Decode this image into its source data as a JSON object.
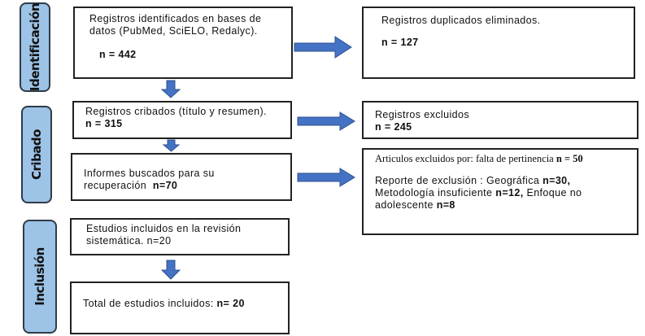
{
  "phases": {
    "identificacion": "Identificación",
    "cribado": "Cribado",
    "inclusion": "Inclusión"
  },
  "boxes": {
    "identified": {
      "text": "Registros identificados en bases de datos (PubMed, SciELO, Redalyc).",
      "n": "n = 442"
    },
    "duplicates": {
      "text": "Registros duplicados eliminados.",
      "n": "n = 127"
    },
    "screened": {
      "text": "Registros cribados (título y resumen).",
      "n": "n = 315"
    },
    "excluded": {
      "text": "Registros excluidos",
      "n": "n  = 245"
    },
    "sought": {
      "text": "Informes buscados para su recuperación",
      "n": "n=70"
    },
    "articles_excluded": {
      "text": "Articulos excluidos por: falta de pertinencia",
      "n": "n = 50",
      "report_prefix": "Reporte de exclusión : Geográfica ",
      "geo_n": "n=30,",
      "metod": " Metodología insuficiente ",
      "metod_n": "n=12,",
      "enfoque": " Enfoque no adolescente ",
      "enfoque_n": "n=8"
    },
    "included_review": {
      "text": "Estudios incluidos en la revisión sistemática.",
      "n": "n=20"
    },
    "total": {
      "text": "Total de estudios incluidos:",
      "n": "n= 20"
    }
  },
  "colors": {
    "arrow": "#4472c4",
    "phase": "#9dc3e6"
  }
}
